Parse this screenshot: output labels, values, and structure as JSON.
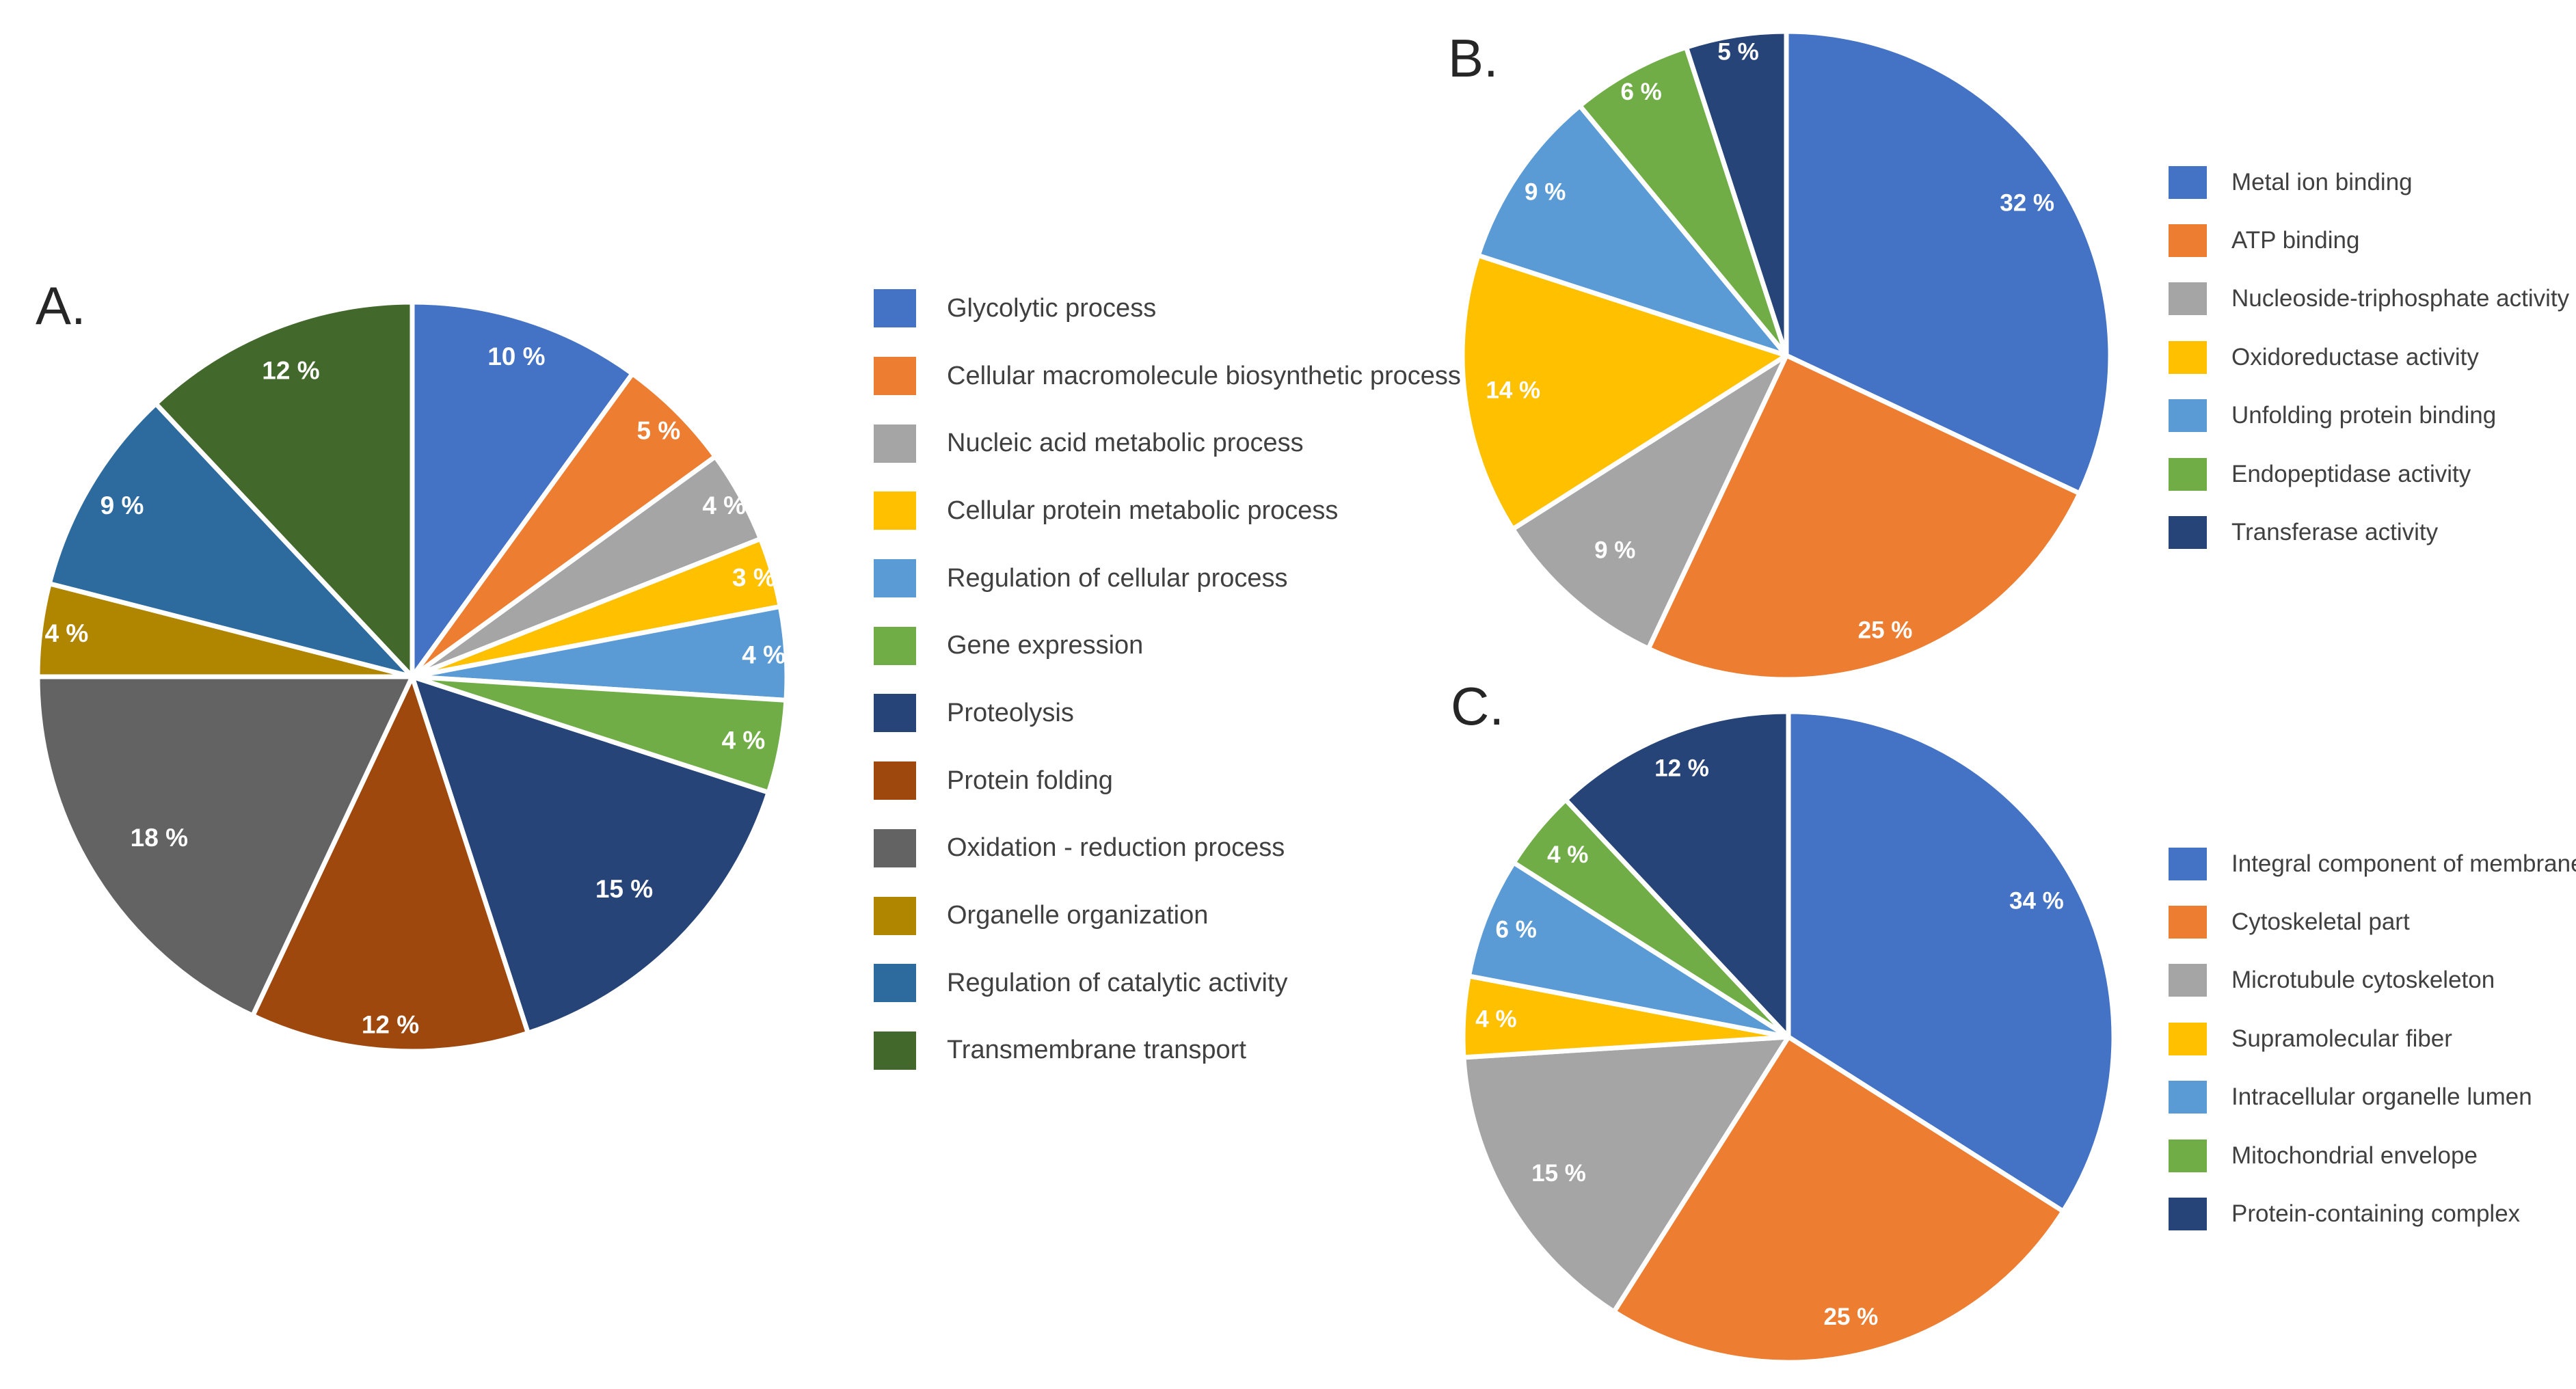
{
  "background": "#FFFFFF",
  "panel_label_color": "#262626",
  "legend_text_color": "#404040",
  "slice_label_color": "#FFFFFF",
  "chart_data": [
    {
      "id": "A",
      "type": "pie",
      "panel_label": "A.",
      "start_angle_deg": 0,
      "direction": "clockwise",
      "legend_position": "right",
      "categories": [
        "Glycolytic process",
        "Cellular macromolecule biosynthetic process",
        "Nucleic acid metabolic process",
        "Cellular protein metabolic process",
        "Regulation of cellular process",
        "Gene expression",
        "Proteolysis",
        "Protein folding",
        "Oxidation - reduction process",
        "Organelle organization",
        "Regulation of catalytic activity",
        "Transmembrane transport"
      ],
      "values": [
        10,
        5,
        4,
        3,
        4,
        4,
        15,
        12,
        18,
        4,
        9,
        12
      ],
      "slice_labels": [
        "10 %",
        "5 %",
        "4 %",
        "3 %",
        "4 %",
        "4 %",
        "15 %",
        "12 %",
        "18 %",
        "4 %",
        "9 %",
        "12 %"
      ],
      "colors": [
        "#4472C4",
        "#ED7D31",
        "#A5A5A5",
        "#FFC000",
        "#5B9BD5",
        "#70AD47",
        "#264478",
        "#9E480E",
        "#636363",
        "#B08500",
        "#2D6B9F",
        "#43682B"
      ]
    },
    {
      "id": "B",
      "type": "pie",
      "panel_label": "B.",
      "start_angle_deg": 0,
      "direction": "clockwise",
      "legend_position": "right",
      "categories": [
        "Metal ion binding",
        "ATP binding",
        "Nucleoside-triphosphate activity",
        "Oxidoreductase activity",
        "Unfolding protein binding",
        "Endopeptidase activity",
        "Transferase activity"
      ],
      "values": [
        32,
        25,
        9,
        14,
        9,
        6,
        5
      ],
      "slice_labels": [
        "32 %",
        "25 %",
        "9 %",
        "14 %",
        "9 %",
        "6 %",
        "5 %"
      ],
      "colors": [
        "#4472C4",
        "#ED7D31",
        "#A5A5A5",
        "#FFC000",
        "#5B9BD5",
        "#70AD47",
        "#264478"
      ]
    },
    {
      "id": "C",
      "type": "pie",
      "panel_label": "C.",
      "start_angle_deg": 0,
      "direction": "clockwise",
      "legend_position": "right",
      "categories": [
        "Integral component of membrane",
        "Cytoskeletal part",
        "Microtubule cytoskeleton",
        "Supramolecular fiber",
        "Intracellular organelle lumen",
        "Mitochondrial envelope",
        "Protein-containing complex"
      ],
      "values": [
        34,
        25,
        15,
        4,
        6,
        4,
        12
      ],
      "slice_labels": [
        "34 %",
        "25 %",
        "15 %",
        "4 %",
        "6 %",
        "4 %",
        "12 %"
      ],
      "colors": [
        "#4472C4",
        "#ED7D31",
        "#A5A5A5",
        "#FFC000",
        "#5B9BD5",
        "#70AD47",
        "#264478"
      ]
    }
  ]
}
